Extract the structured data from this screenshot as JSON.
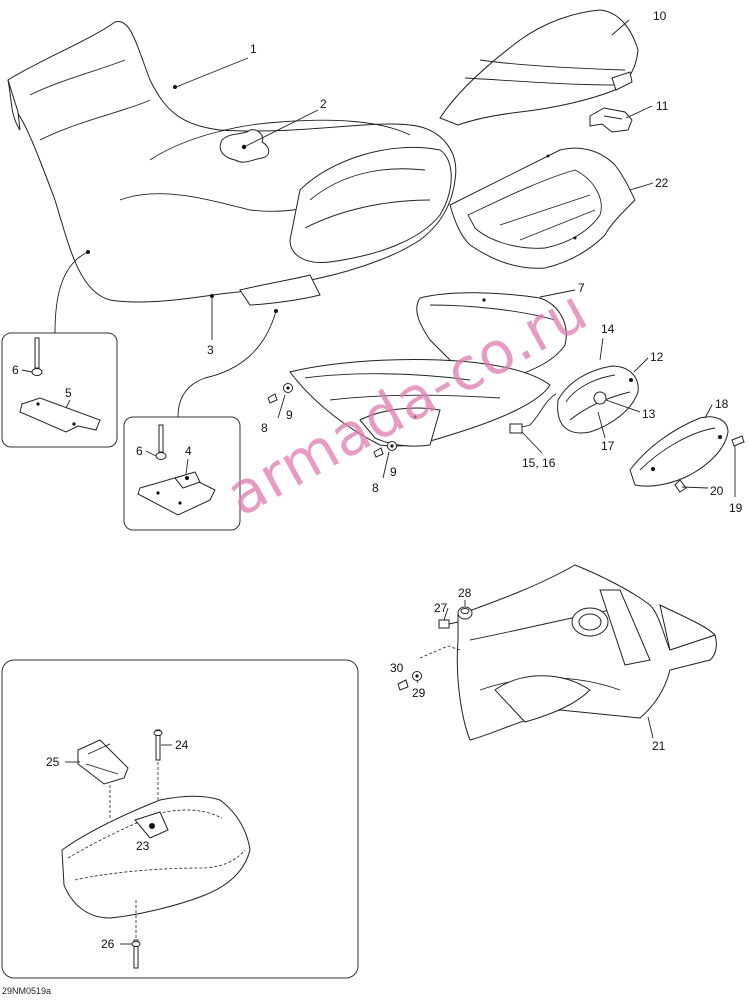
{
  "diagram": {
    "drawing_code": "29NM0519a",
    "watermark": "armada-co.ru",
    "callouts": {
      "c1": "1",
      "c2": "2",
      "c3": "3",
      "c4": "4",
      "c5": "5",
      "c6a": "6",
      "c6b": "6",
      "c7": "7",
      "c8a": "8",
      "c8b": "8",
      "c9a": "9",
      "c9b": "9",
      "c10": "10",
      "c11": "11",
      "c12": "12",
      "c13": "13",
      "c14": "14",
      "c1516": "15, 16",
      "c17": "17",
      "c18": "18",
      "c19": "19",
      "c20": "20",
      "c21": "21",
      "c22": "22",
      "c23": "23",
      "c24": "24",
      "c25": "25",
      "c26": "26",
      "c27": "27",
      "c28": "28",
      "c29": "29",
      "c30": "30"
    }
  }
}
